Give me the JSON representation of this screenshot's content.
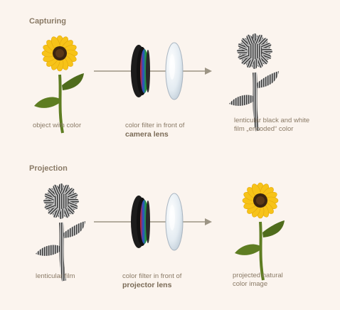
{
  "capturing": {
    "title": "Capturing",
    "object_caption": "object with color",
    "filter_caption_line1": "color filter in front of",
    "filter_caption_bold": "camera lens",
    "film_caption_line1": "lenticular black and white",
    "film_caption_line2": "film „encoded“ color"
  },
  "projection": {
    "title": "Projection",
    "film_caption": "lenticular film",
    "filter_caption_line1": "color filter in front of",
    "filter_caption_bold": "projector lens",
    "result_caption_line1": "projected natural",
    "result_caption_line2": "color image"
  },
  "colors": {
    "background": "#fbf4ee",
    "text": "#8a7a66",
    "petal": "#f7c318",
    "center": "#3a2410",
    "leaf": "#5e7d22",
    "arrow": "#9c9484"
  }
}
